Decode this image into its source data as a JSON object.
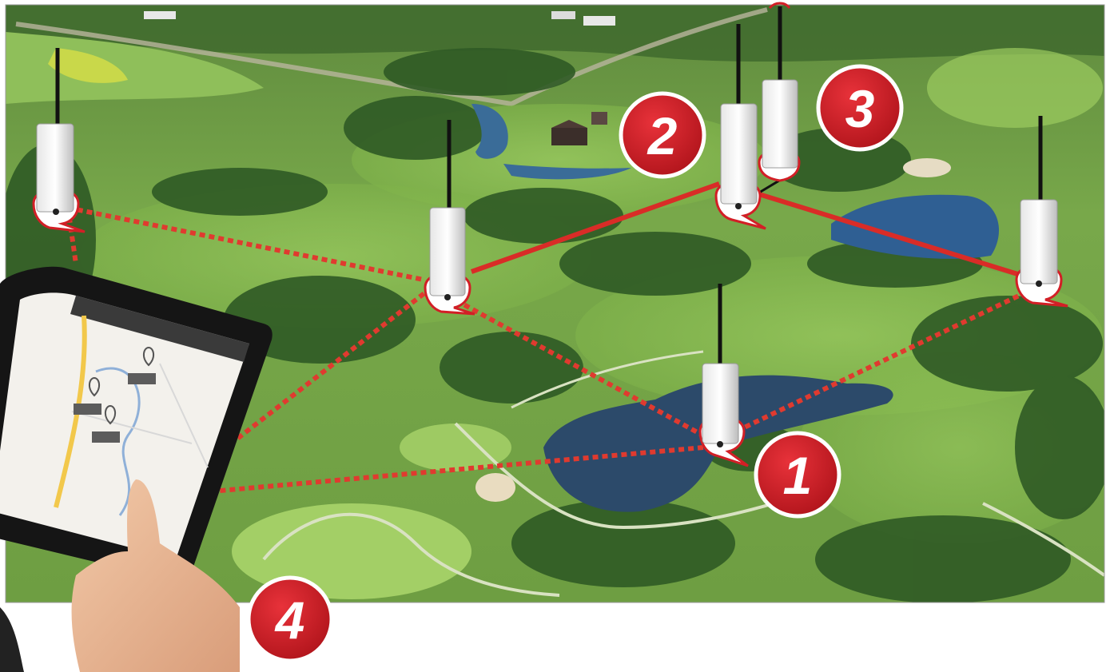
{
  "badges": {
    "one": "1",
    "two": "2",
    "three": "3",
    "four": "4"
  },
  "icons": {
    "node": "wireless-node-icon",
    "tablet": "tablet-icon",
    "pin": "map-pin-icon"
  },
  "colors": {
    "accent_red": "#d21f26",
    "link_red": "#e03a2f",
    "grass": "#7fb24a",
    "water": "#2c4a6a"
  }
}
